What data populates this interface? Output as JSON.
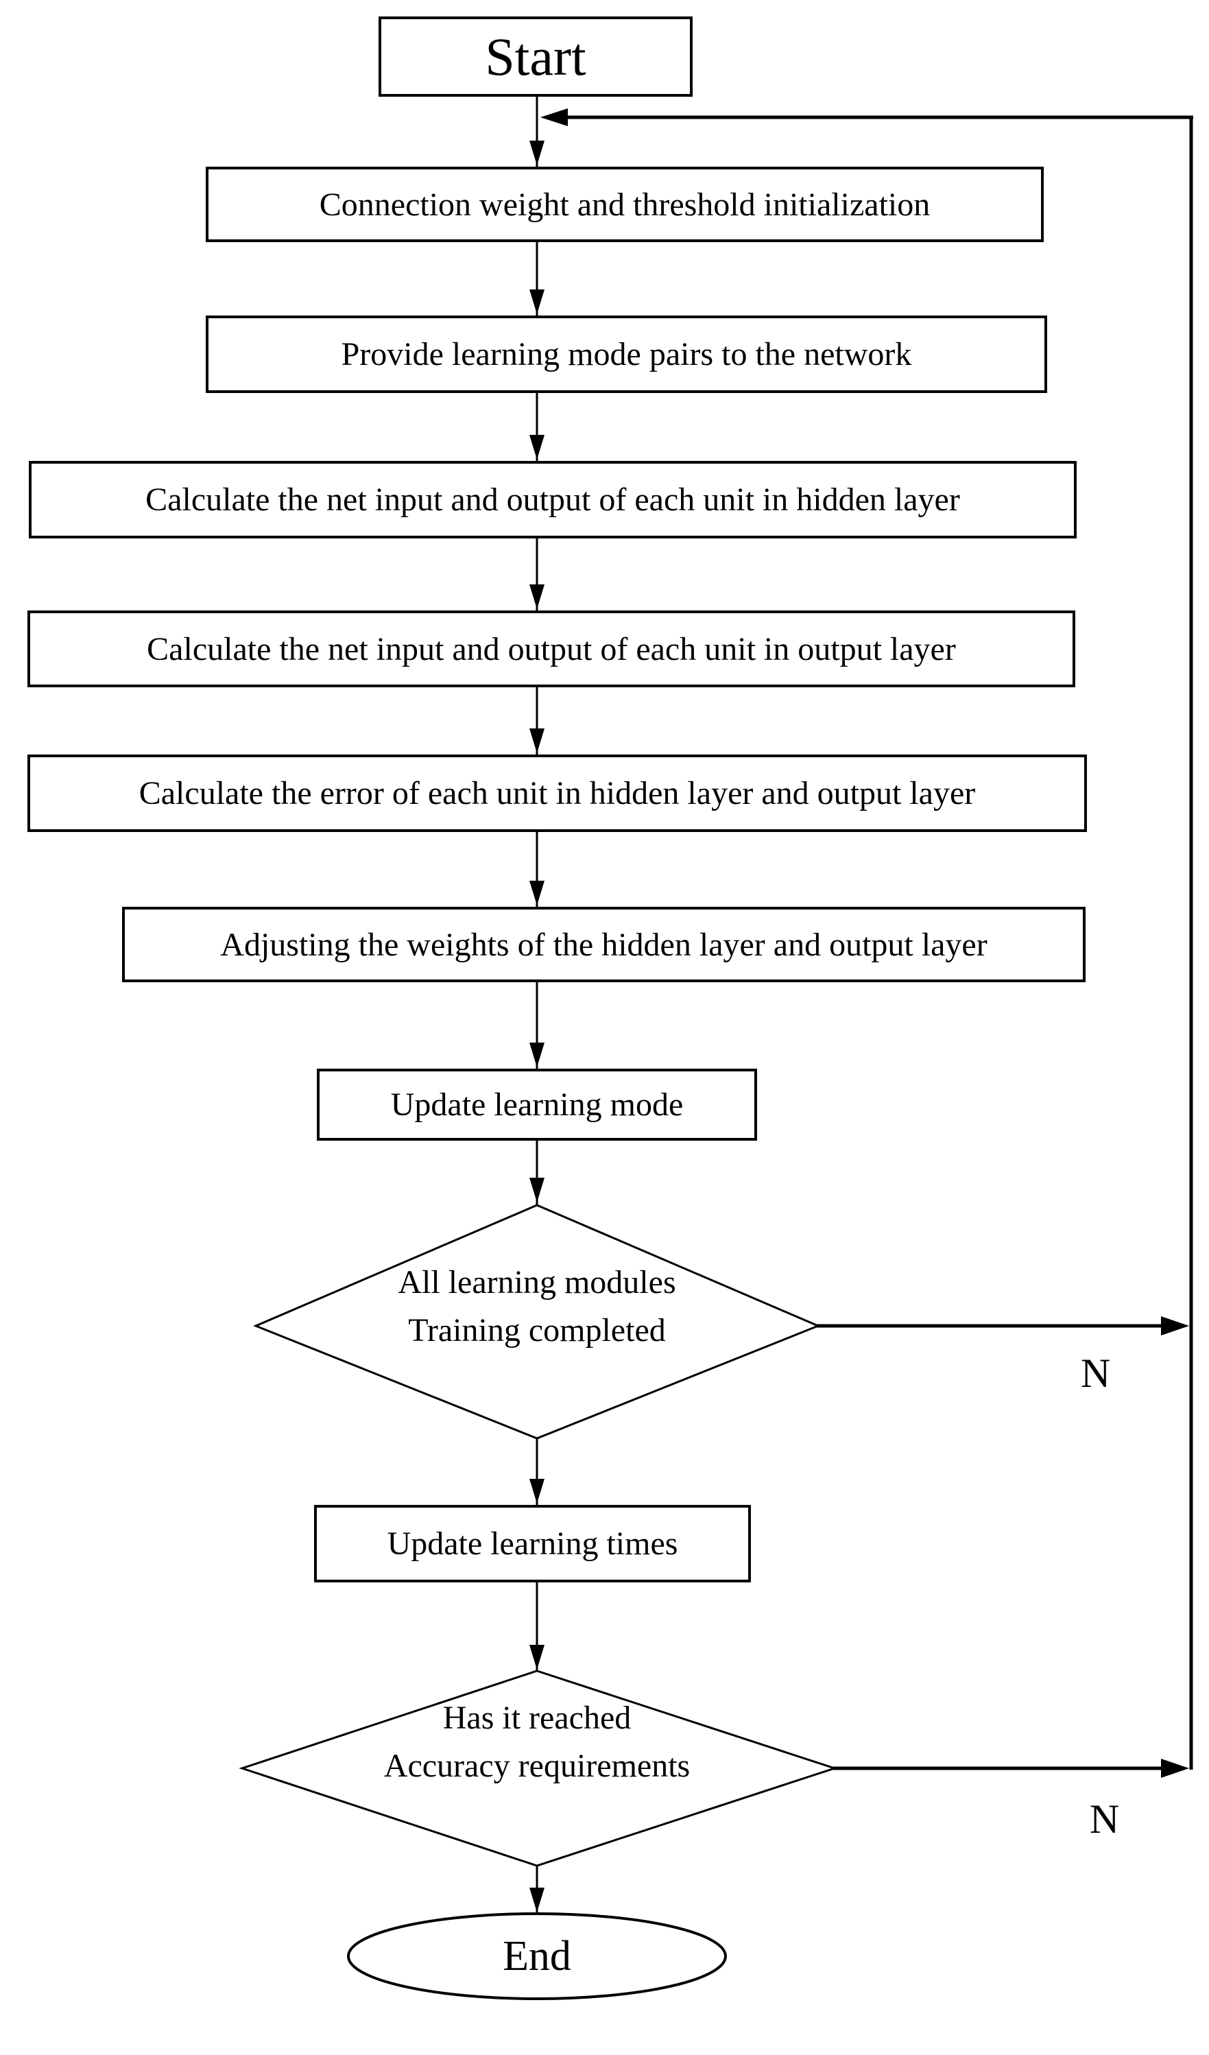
{
  "flowchart": {
    "background_color": "#ffffff",
    "line_color": "#000000",
    "nodes": {
      "start": {
        "label": "Start"
      },
      "init_weights": {
        "label": "Connection weight and threshold initialization"
      },
      "provide_pairs": {
        "label": "Provide learning mode pairs to the network"
      },
      "calc_hidden": {
        "label": "Calculate the net input and output of each unit in hidden layer"
      },
      "calc_output": {
        "label": "Calculate the net input and output of each unit in output layer"
      },
      "calc_error": {
        "label": "Calculate the error of each unit in hidden layer and output layer"
      },
      "adjust_weights": {
        "label": "Adjusting the weights of the hidden layer and output layer"
      },
      "update_mode": {
        "label": "Update learning mode"
      },
      "decision_training": {
        "line1": "All learning modules",
        "line2": "Training completed"
      },
      "update_times": {
        "label": "Update learning times"
      },
      "decision_accuracy": {
        "line1": "Has it reached",
        "line2": "Accuracy requirements"
      },
      "end": {
        "label": "End"
      }
    },
    "branch_labels": {
      "training_no": "N",
      "accuracy_no": "N"
    }
  }
}
